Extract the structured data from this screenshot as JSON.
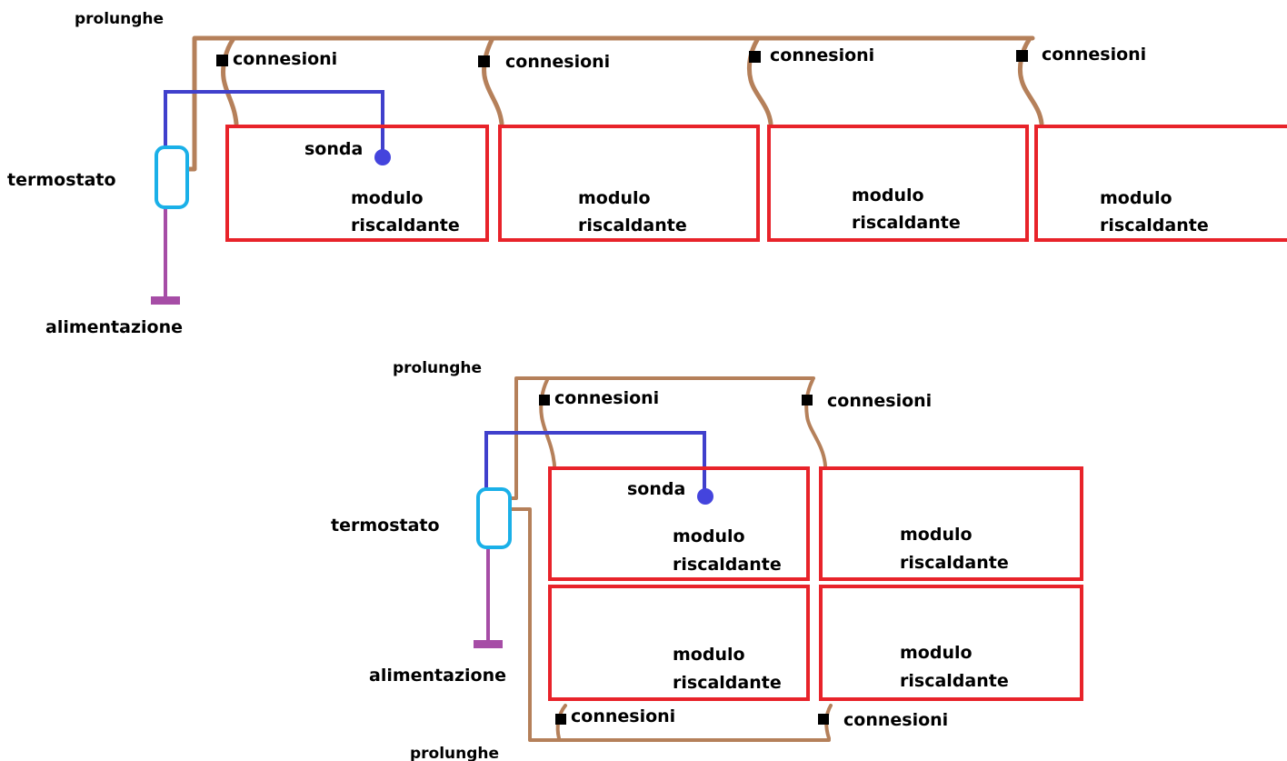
{
  "colors": {
    "extension_wire": "#b5805a",
    "probe_wire": "#4040cc",
    "probe": "#4444dd",
    "thermostat": "#1ab0e8",
    "power_lead": "#a64da6",
    "module_border": "#e8232a",
    "connector": "#000000"
  },
  "icons": {
    "connector": "black-square",
    "probe": "blue-dot",
    "power": "magenta-t-terminal"
  },
  "diagram_top": {
    "prolunghe_label": "prolunghe",
    "termostato_label": "termostato",
    "alimentazione_label": "alimentazione",
    "sonda_label": "sonda",
    "connection_labels": [
      "connesioni",
      "connesioni",
      "connesioni",
      "connesioni"
    ],
    "modules": [
      {
        "line1": "modulo",
        "line2": "riscaldante"
      },
      {
        "line1": "modulo",
        "line2": "riscaldante"
      },
      {
        "line1": "modulo",
        "line2": "riscaldante"
      },
      {
        "line1": "modulo",
        "line2": "riscaldante"
      }
    ]
  },
  "diagram_bottom": {
    "prolunghe_top_label": "prolunghe",
    "prolunghe_bottom_label": "prolunghe",
    "termostato_label": "termostato",
    "alimentazione_label": "alimentazione",
    "sonda_label": "sonda",
    "connection_labels_top": [
      "connesioni",
      "connesioni"
    ],
    "connection_labels_bottom": [
      "connesioni",
      "connesioni"
    ],
    "modules": [
      {
        "line1": "modulo",
        "line2": "riscaldante"
      },
      {
        "line1": "modulo",
        "line2": "riscaldante"
      },
      {
        "line1": "modulo",
        "line2": "riscaldante"
      },
      {
        "line1": "modulo",
        "line2": "riscaldante"
      }
    ]
  }
}
